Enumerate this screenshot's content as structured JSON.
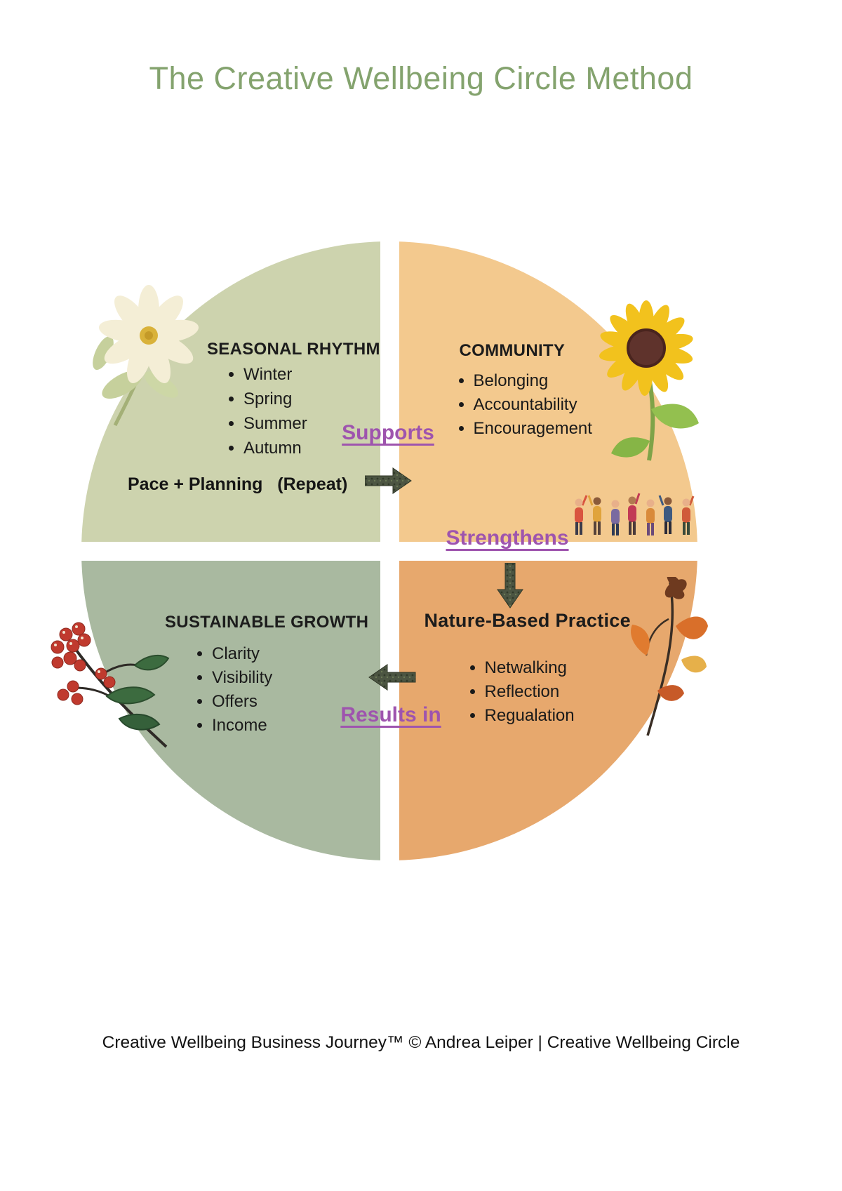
{
  "title": "The Creative Wellbeing  Circle Method",
  "quadrants": {
    "seasonal_rhythm": {
      "heading": "SEASONAL RHYTHM",
      "items": [
        "Winter",
        "Spring",
        "Summer",
        "Autumn"
      ],
      "note": "Pace + Planning   (Repeat)"
    },
    "community": {
      "heading": "COMMUNITY",
      "items": [
        "Belonging",
        "Accountability",
        "Encouragement"
      ]
    },
    "sustainable_growth": {
      "heading": "SUSTAINABLE GROWTH",
      "items": [
        "Clarity",
        "Visibility",
        "Offers",
        "Income"
      ]
    },
    "nature_based_practice": {
      "heading": "Nature-Based Practice",
      "items": [
        "Netwalking",
        "Reflection",
        "Regualation"
      ]
    }
  },
  "connectors": {
    "supports": "Supports",
    "strengthens": "Strengthens",
    "results_in": "Results in"
  },
  "icons": {
    "top_left": "daisy-flower-icon",
    "top_right": "sunflower-icon",
    "community": "people-group-icon",
    "bottom_left": "winter-berries-icon",
    "bottom_right": "autumn-leaves-icon",
    "between_top": "right-arrow-icon",
    "between_right": "down-arrow-icon",
    "between_bottom": "left-arrow-icon"
  },
  "colors": {
    "title_green": "#84a36e",
    "quadrant_top_left": "#cdd3ae",
    "quadrant_top_right": "#f3c98e",
    "quadrant_bottom_left": "#a9b9a0",
    "quadrant_bottom_right": "#e7a86d",
    "accent_purple": "#9e54ae",
    "arrow_olive": "#4c5542",
    "text_dark": "#1c1c1c"
  },
  "footer": "Creative Wellbeing Business Journey™ © Andrea Leiper | Creative Wellbeing Circle"
}
